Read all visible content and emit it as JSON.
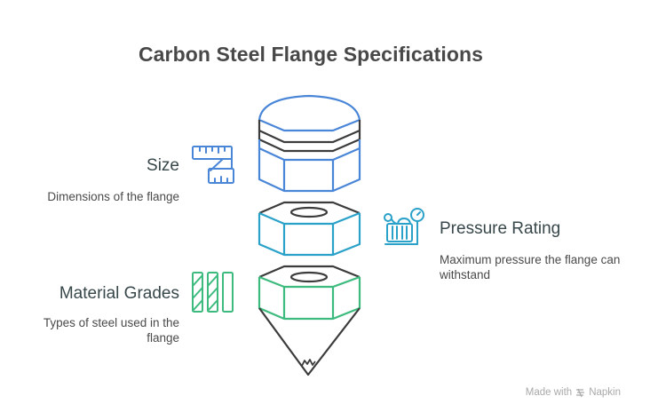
{
  "title": "Carbon Steel Flange Specifications",
  "sections": {
    "size": {
      "title": "Size",
      "description": "Dimensions of the flange",
      "icon": "ruler-icon",
      "color": "#4a86d8"
    },
    "pressure": {
      "title": "Pressure Rating",
      "description": "Maximum pressure the flange can withstand",
      "icon": "pressure-gauge-icon",
      "color": "#2aa1c9"
    },
    "material": {
      "title": "Material Grades",
      "description": "Types of steel used in the flange",
      "icon": "material-stripes-icon",
      "color": "#3dbb7e"
    }
  },
  "colors": {
    "outline": "#3c3c3c",
    "title_text": "#484848"
  },
  "footer": {
    "made_with": "Made with",
    "brand": "Napkin"
  }
}
